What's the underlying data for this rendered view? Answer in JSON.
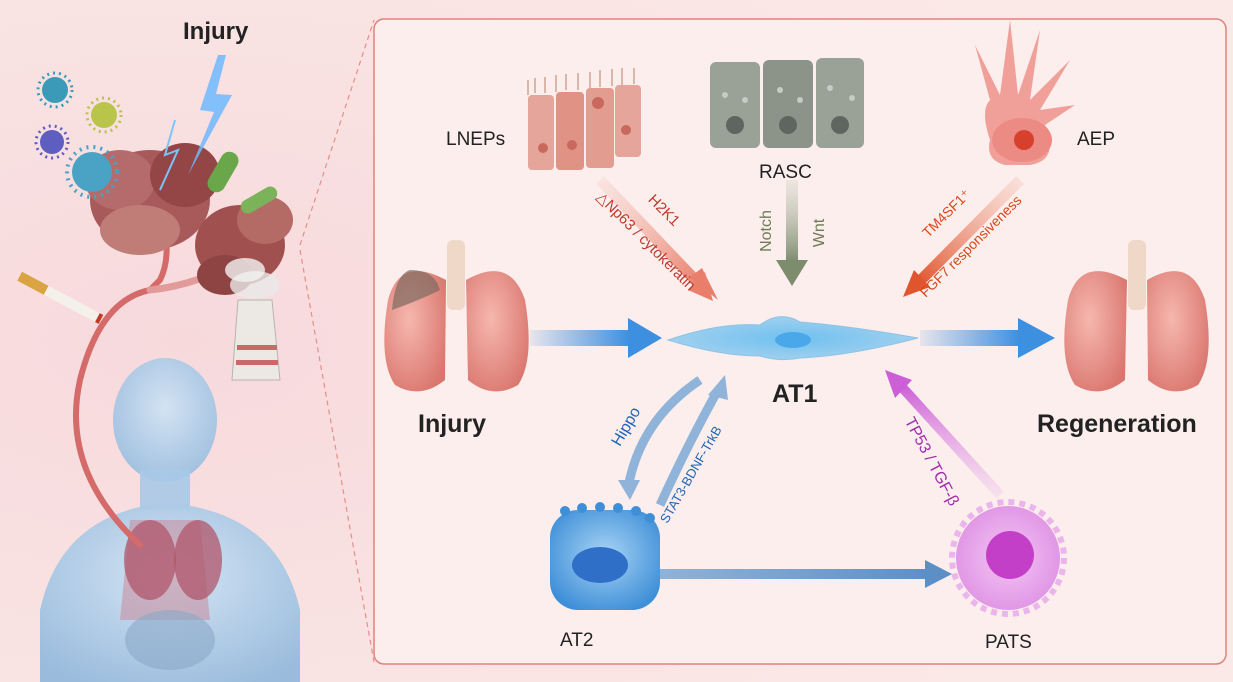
{
  "left_title": "Injury",
  "cells": {
    "lneps": "LNEPs",
    "rasc": "RASC",
    "aep": "AEP",
    "at1": "AT1",
    "at2": "AT2",
    "pats": "PATS"
  },
  "states": {
    "injury": "Injury",
    "regeneration": "Regeneration"
  },
  "pathways": {
    "lneps_a": "H2K1",
    "lneps_b": "△Np63 / cytokeratin",
    "rasc_a": "Notch",
    "rasc_b": "Wnt",
    "aep_a": "TM4SF1⁺",
    "aep_b": "FGF7 responsiveness",
    "at2_a": "Hippo",
    "at2_b": "STAT3-BDNF-TrkB",
    "pats_a": "TP53 / TGF-β"
  },
  "colors": {
    "panel_border": "#e0847a",
    "flow_arrow": "#3d8fe0",
    "lneps_arrow": "#e97f6a",
    "rasc_arrow": "#7e8c6e",
    "aep_arrow": "#e0552e",
    "at2_arrow": "#8fb3d9",
    "pats_arrow": "#d070d8",
    "lneps_text": "#c0392b",
    "rasc_text": "#6f7a56",
    "aep_text": "#d9481a",
    "at2_text": "#2166b8",
    "pats_text": "#a12cae"
  }
}
